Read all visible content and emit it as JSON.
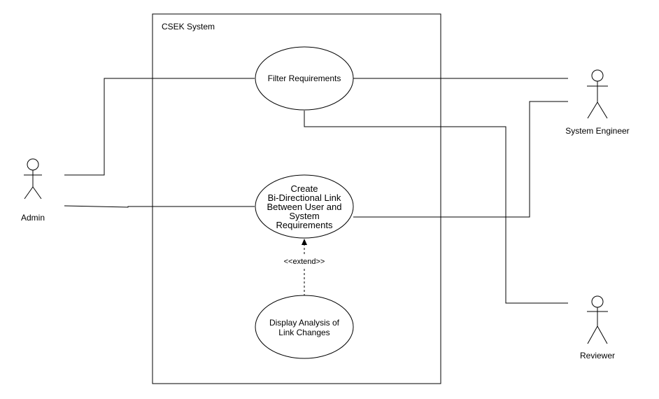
{
  "system": {
    "title": "CSEK System"
  },
  "use_cases": {
    "filter": "Filter Requirements",
    "create_link": "Create\nBi-Directional Link\nBetween User and\nSystem\nRequirements",
    "display_analysis": "Display Analysis of\nLink Changes"
  },
  "actors": {
    "admin": "Admin",
    "system_engineer": "System Engineer",
    "reviewer": "Reviewer"
  },
  "relations": {
    "extend_label": "<<extend>>"
  }
}
